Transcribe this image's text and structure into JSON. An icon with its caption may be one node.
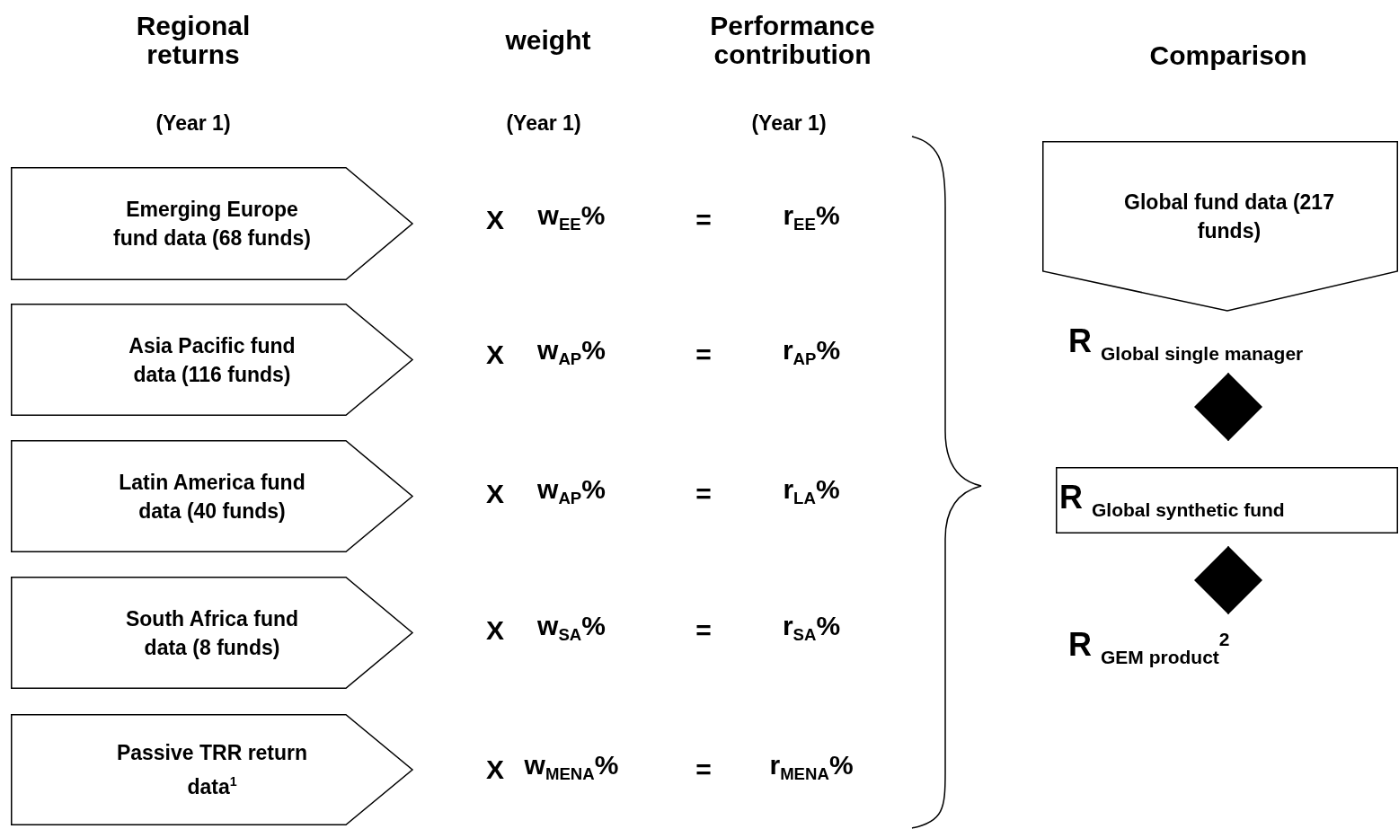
{
  "diagram": {
    "nodes": [
      {
        "text": [
          "Emerging Europe fund data (68 funds)"
        ]
      },
      {
        "text": [
          "Asia Pacific fund data (116 funds)"
        ]
      },
      {
        "text": [
          "Latin America fund data (40 funds)"
        ]
      },
      {
        "text": [
          "South Africa fund data (8 funds)"
        ]
      },
      {
        "text": [
          "Passive TRR return data$^{1}$"
        ]
      },
      {
        "text": [
          "Global fund data (217 funds)"
        ]
      },
      {
        "text": [
          "R $_{Global single manager}$"
        ]
      },
      {
        "text": [
          "R $_{Global synthetic fund}$"
        ]
      },
      {
        "text": [
          "R $_{GEM product}$$^{2}$"
        ]
      }
    ],
    "edges": [
      {
        "from": 6,
        "to": 7,
        "arrow": "both"
      },
      {
        "from": 7,
        "to": 8,
        "arrow": "both"
      }
    ],
    "labels": [
      "Regional returns",
      "weight",
      "Performance contribution",
      "Comparison",
      "(Year 1)",
      "(Year 1)",
      "(Year 1)",
      "X",
      "w$_{EE}$%",
      "=",
      "r$_{EE}$%",
      "X",
      "w$_{AP}$%",
      "=",
      "r$_{AP}$%",
      "X",
      "w$_{AP}$%",
      "=",
      "r$_{LA}$%",
      "X",
      "w$_{SA}$%",
      "=",
      "r$_{SA}$%",
      "X",
      "w$_{MENA}$%",
      "=",
      "r$_{MENA}$%"
    ]
  }
}
